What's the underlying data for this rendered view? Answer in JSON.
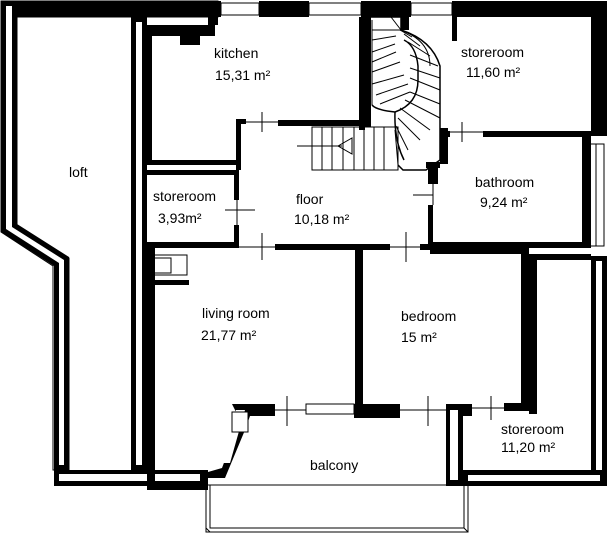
{
  "rooms": {
    "loft": {
      "name": "loft"
    },
    "kitchen": {
      "name": "kitchen",
      "area": "15,31 m²"
    },
    "storeroom_ne": {
      "name": "storeroom",
      "area": "11,60 m²"
    },
    "storeroom_w": {
      "name": "storeroom",
      "area": "3,93m²"
    },
    "floor": {
      "name": "floor",
      "area": "10,18 m²"
    },
    "bathroom": {
      "name": "bathroom",
      "area": "9,24 m²"
    },
    "living_room": {
      "name": "living room",
      "area": "21,77 m²"
    },
    "bedroom": {
      "name": "bedroom",
      "area": "15 m²"
    },
    "storeroom_se": {
      "name": "storeroom",
      "area": "11,20 m²"
    },
    "balcony": {
      "name": "balcony"
    }
  },
  "colors": {
    "wall": "#000000",
    "background": "#ffffff"
  }
}
